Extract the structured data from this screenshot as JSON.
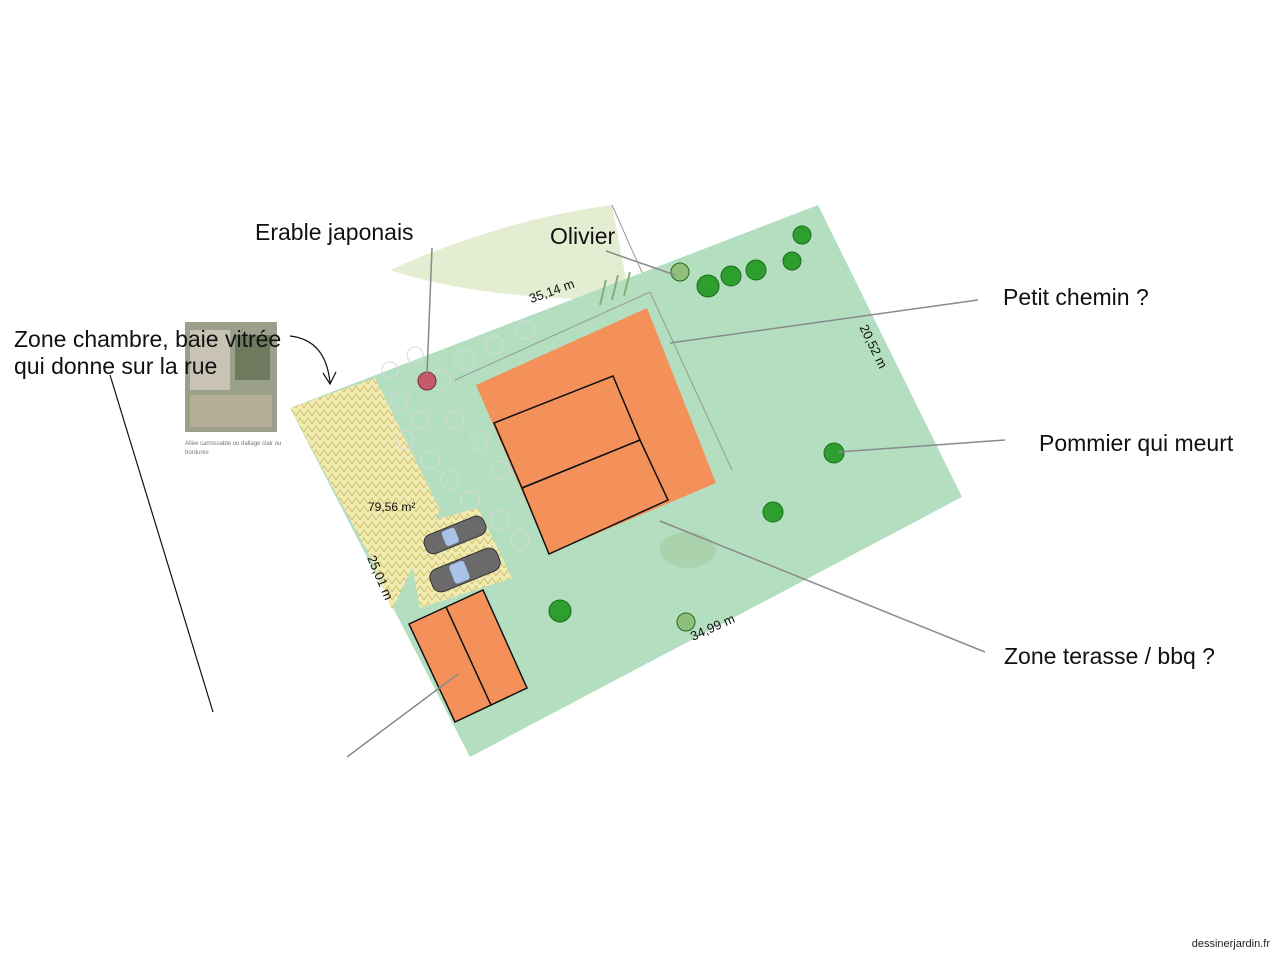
{
  "labels": {
    "erable": "Erable japonais",
    "olivier": "Olivier",
    "petit_chemin": "Petit chemin ?",
    "zone_chambre_line1": "Zone chambre, baie vitrée",
    "zone_chambre_line2": "qui donne sur la rue",
    "pommier": "Pommier qui meurt",
    "zone_terasse": "Zone terasse / bbq ?"
  },
  "dimensions": {
    "top": "35,14 m",
    "right": "20,52 m",
    "bottom": "34,99 m",
    "left": "25,01 m",
    "parking_area": "79,56 m²"
  },
  "photo_caption": "Allée carrossable ou dallage clair ou bordures",
  "footer": "dessinerjardin.fr",
  "colors": {
    "lawn": "#b3dfc0",
    "building": "#f4915a",
    "gravel": "#f2ebb0",
    "tree": "#2e9e2e",
    "leader_line": "#8a8a8a"
  }
}
